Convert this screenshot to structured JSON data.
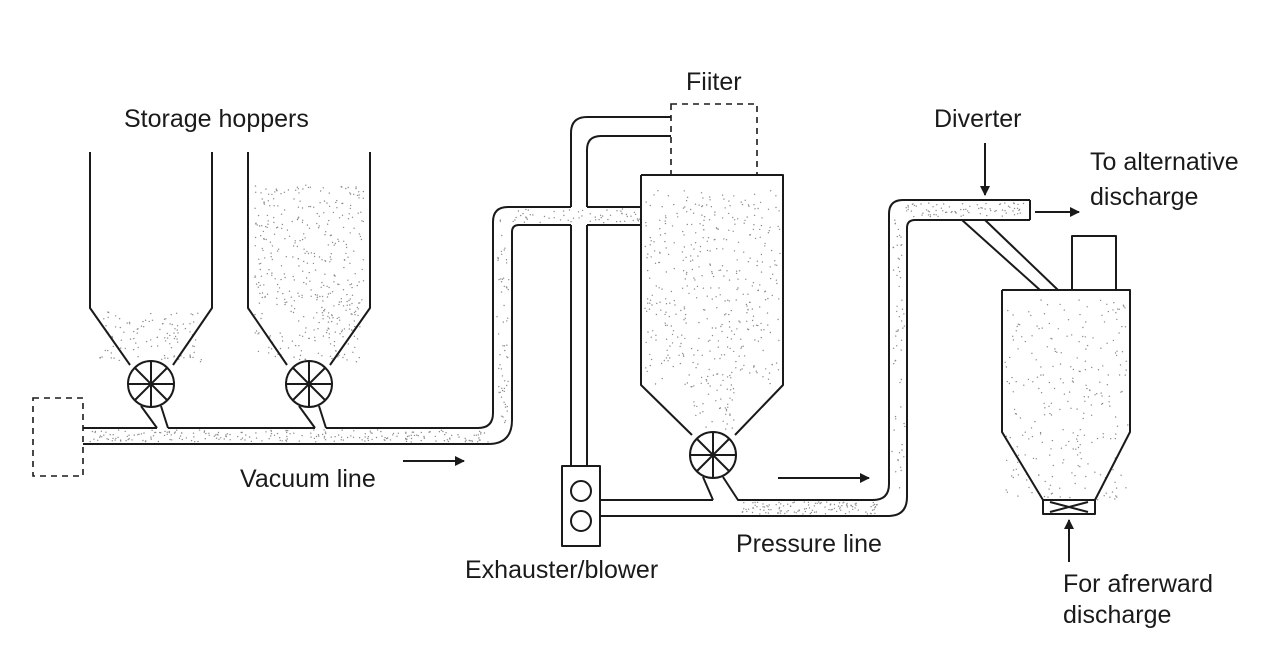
{
  "labels": {
    "storage_hoppers": "Storage hoppers",
    "filter": "Fiiter",
    "diverter": "Diverter",
    "to_alternative_1": "To alternative",
    "to_alternative_2": "discharge",
    "vacuum_line": "Vacuum line",
    "exhauster": "Exhauster/blower",
    "pressure_line": "Pressure line",
    "afterward_1": "For afrerward",
    "afterward_2": "discharge"
  },
  "colors": {
    "line": "#1a1a1a",
    "powder": "#8a8a8a",
    "background": "#ffffff"
  }
}
